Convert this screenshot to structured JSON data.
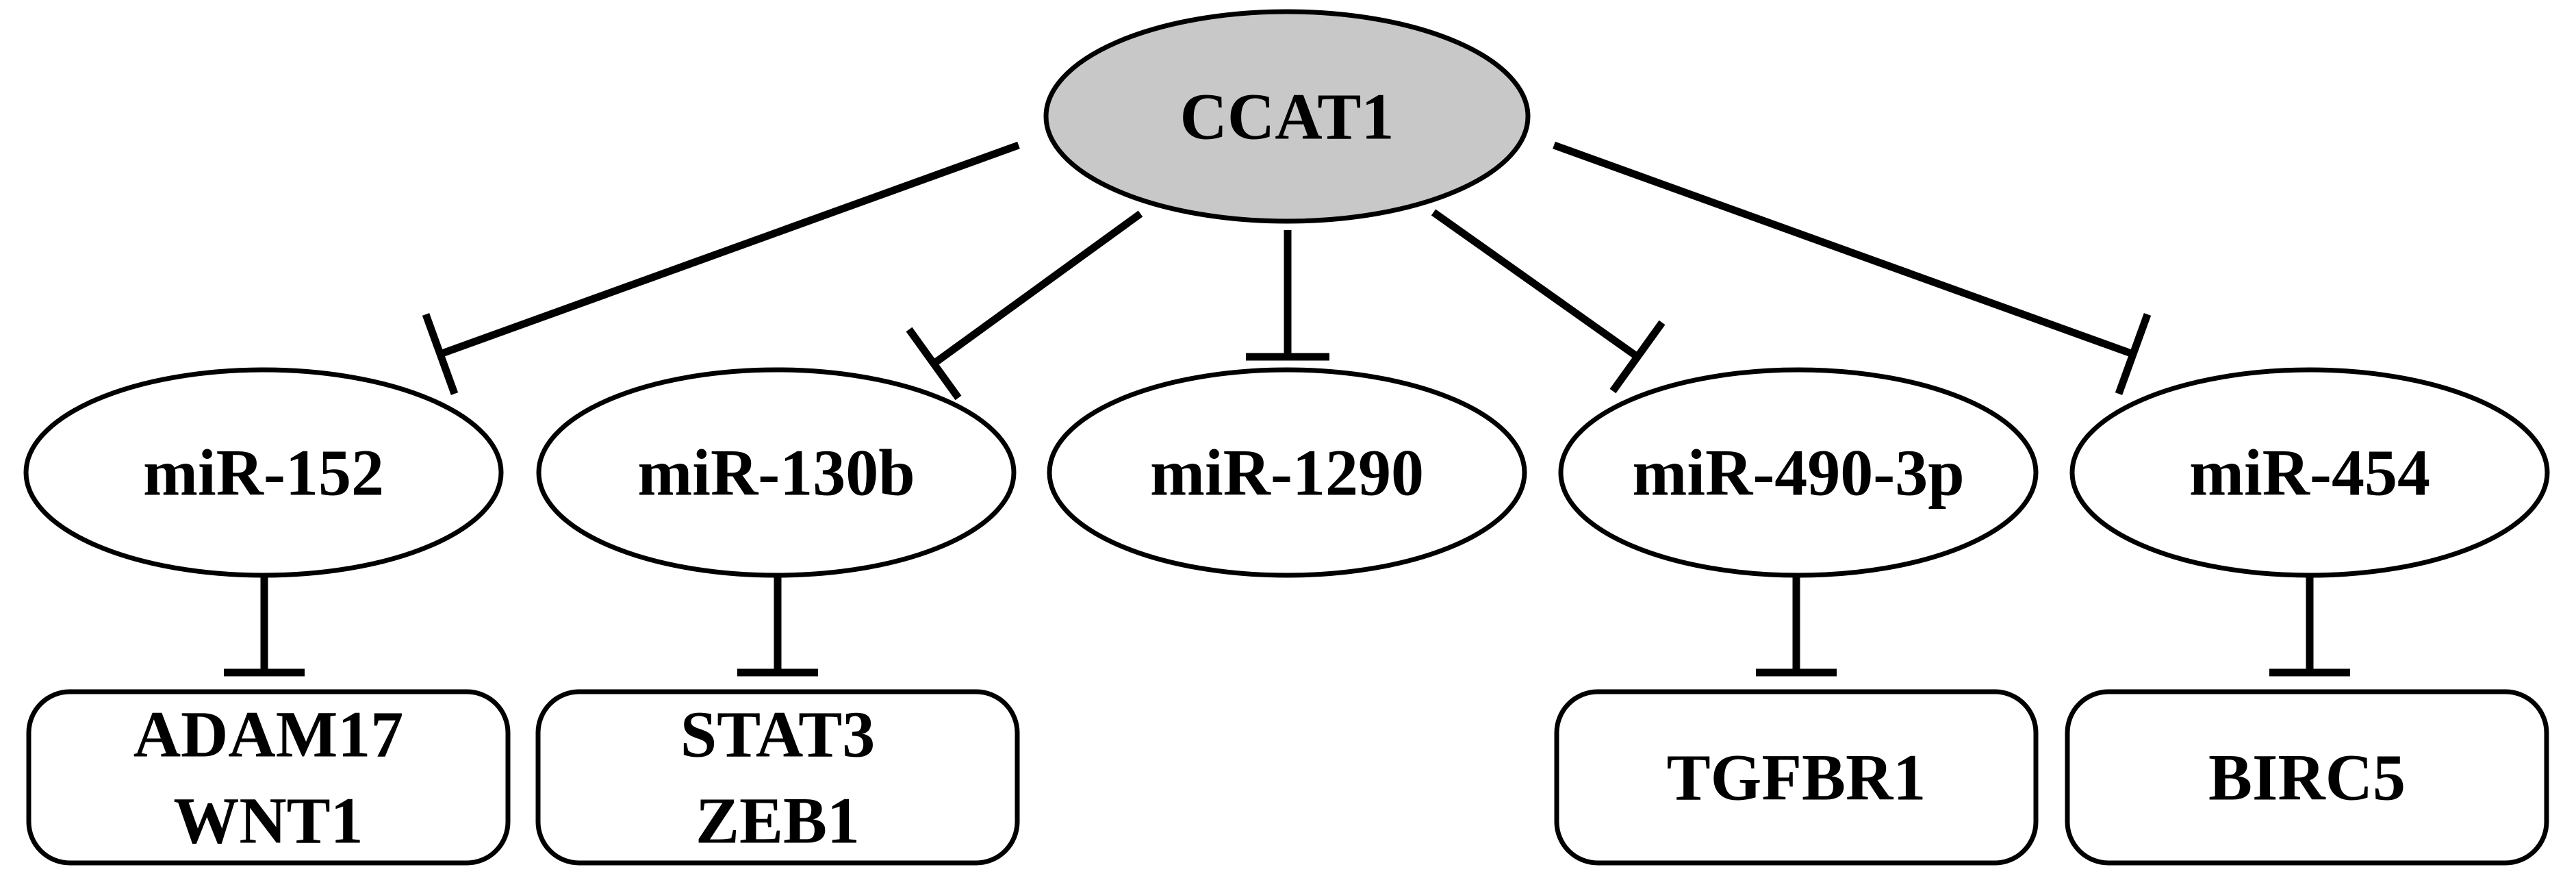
{
  "colors": {
    "stroke": "#000000",
    "root_fill": "#c8c8c8",
    "node_fill": "#ffffff",
    "background": "#ffffff"
  },
  "root": {
    "label": "CCAT1"
  },
  "mirnas": [
    {
      "label": "miR-152"
    },
    {
      "label": "miR-130b"
    },
    {
      "label": "miR-1290"
    },
    {
      "label": "miR-490-3p"
    },
    {
      "label": "miR-454"
    }
  ],
  "targets": [
    {
      "lines": [
        "ADAM17",
        "WNT1"
      ]
    },
    {
      "lines": [
        "STAT3",
        "ZEB1"
      ]
    },
    {
      "lines": [
        "TGFBR1"
      ]
    },
    {
      "lines": [
        "BIRC5"
      ]
    }
  ],
  "edge_type": "inhibition"
}
